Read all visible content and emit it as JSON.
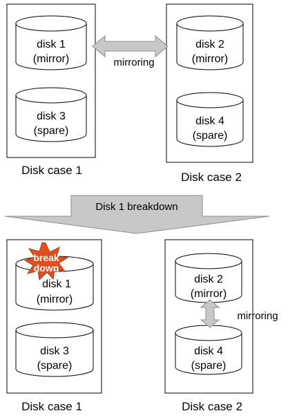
{
  "colors": {
    "background": "#ffffff",
    "line": "#000000",
    "arrow_fill": "#c8c8c8",
    "arrow_stroke": "#8c8c8c",
    "breakdown_burst": "#e0501e",
    "breakdown_text": "#ffffff"
  },
  "before": {
    "case1": {
      "caption": "Disk case 1",
      "disks": [
        {
          "line1": "disk 1",
          "line2": "(mirror)"
        },
        {
          "line1": "disk 3",
          "line2": "(spare)"
        }
      ]
    },
    "case2": {
      "caption": "Disk case 2",
      "disks": [
        {
          "line1": "disk 2",
          "line2": "(mirror)"
        },
        {
          "line1": "disk 4",
          "line2": "(spare)"
        }
      ]
    },
    "mirroring_label": "mirroring"
  },
  "transition": {
    "label": "Disk 1 breakdown"
  },
  "after": {
    "case1": {
      "caption": "Disk case 1",
      "burst": {
        "line1": "break",
        "line2": "down"
      },
      "disks": [
        {
          "line1": "disk 1",
          "line2": "(mirror)"
        },
        {
          "line1": "disk 3",
          "line2": "(spare)"
        }
      ]
    },
    "case2": {
      "caption": "Disk case 2",
      "disks": [
        {
          "line1": "disk 2",
          "line2": "(mirror)"
        },
        {
          "line1": "disk 4",
          "line2": "(spare)"
        }
      ]
    },
    "mirroring_label": "mirroring"
  }
}
